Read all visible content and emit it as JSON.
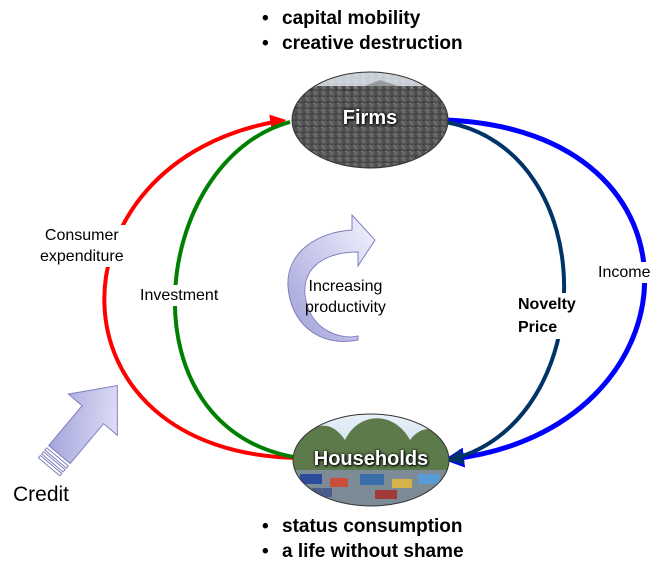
{
  "nodes": {
    "firms": {
      "label": "Firms"
    },
    "households": {
      "label": "Households"
    }
  },
  "firm_bullets": [
    "capital mobility",
    "creative destruction"
  ],
  "household_bullets": [
    "status consumption",
    "a life without shame"
  ],
  "flows": {
    "consumer_expenditure": {
      "line1": "Consumer",
      "line2": "expenditure",
      "color": "#ff0000"
    },
    "investment": {
      "label": "Investment",
      "color": "#008000"
    },
    "income": {
      "label": "Income",
      "color": "#0000ff"
    },
    "novelty_price": {
      "line1": "Novelty",
      "line2": "Price",
      "color": "#003366"
    }
  },
  "center": {
    "line1": "Increasing",
    "line2": "productivity"
  },
  "credit": {
    "label": "Credit"
  }
}
